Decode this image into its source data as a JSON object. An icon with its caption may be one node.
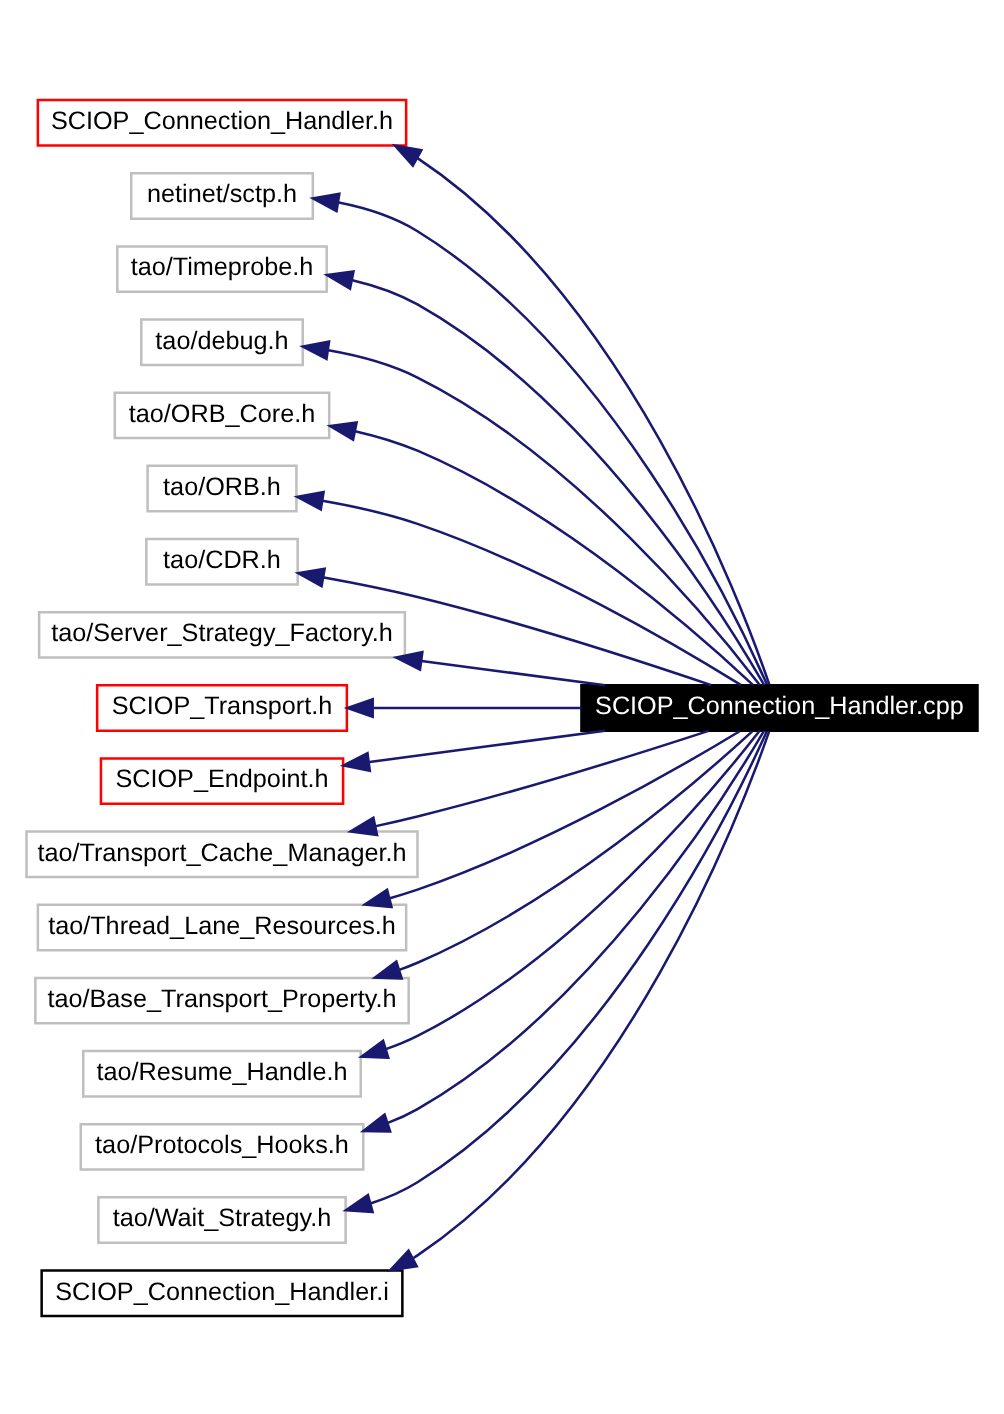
{
  "diagram": {
    "nodes": [
      {
        "text": [
          "SCIOP_Connection_Handler.h"
        ]
      },
      {
        "text": [
          "netinet/sctp.h"
        ]
      },
      {
        "text": [
          "tao/Timeprobe.h"
        ]
      },
      {
        "text": [
          "tao/debug.h"
        ]
      },
      {
        "text": [
          "tao/ORB_Core.h"
        ]
      },
      {
        "text": [
          "tao/ORB.h"
        ]
      },
      {
        "text": [
          "tao/CDR.h"
        ]
      },
      {
        "text": [
          "tao/Server_Strategy_Factory.h"
        ]
      },
      {
        "text": [
          "SCIOP_Connection_Handler.cpp"
        ]
      },
      {
        "text": [
          "SCIOP_Transport.h"
        ]
      },
      {
        "text": [
          "SCIOP_Endpoint.h"
        ]
      },
      {
        "text": [
          "tao/Transport_Cache_Manager.h"
        ]
      },
      {
        "text": [
          "tao/Thread_Lane_Resources.h"
        ]
      },
      {
        "text": [
          "tao/Base_Transport_Property.h"
        ]
      },
      {
        "text": [
          "tao/Resume_Handle.h"
        ]
      },
      {
        "text": [
          "tao/Protocols_Hooks.h"
        ]
      },
      {
        "text": [
          "tao/Wait_Strategy.h"
        ]
      },
      {
        "text": [
          "SCIOP_Connection_Handler.i"
        ]
      }
    ],
    "edges": [
      {
        "from": 8,
        "to": 0,
        "arrow": "to"
      },
      {
        "from": 8,
        "to": 1,
        "arrow": "to"
      },
      {
        "from": 8,
        "to": 2,
        "arrow": "to"
      },
      {
        "from": 8,
        "to": 3,
        "arrow": "to"
      },
      {
        "from": 8,
        "to": 4,
        "arrow": "to"
      },
      {
        "from": 8,
        "to": 5,
        "arrow": "to"
      },
      {
        "from": 8,
        "to": 6,
        "arrow": "to"
      },
      {
        "from": 8,
        "to": 7,
        "arrow": "to"
      },
      {
        "from": 8,
        "to": 9,
        "arrow": "to"
      },
      {
        "from": 8,
        "to": 10,
        "arrow": "to"
      },
      {
        "from": 8,
        "to": 11,
        "arrow": "to"
      },
      {
        "from": 8,
        "to": 12,
        "arrow": "to"
      },
      {
        "from": 8,
        "to": 13,
        "arrow": "to"
      },
      {
        "from": 8,
        "to": 14,
        "arrow": "to"
      },
      {
        "from": 8,
        "to": 15,
        "arrow": "to"
      },
      {
        "from": 8,
        "to": 16,
        "arrow": "to"
      },
      {
        "from": 8,
        "to": 17,
        "arrow": "to"
      }
    ]
  }
}
